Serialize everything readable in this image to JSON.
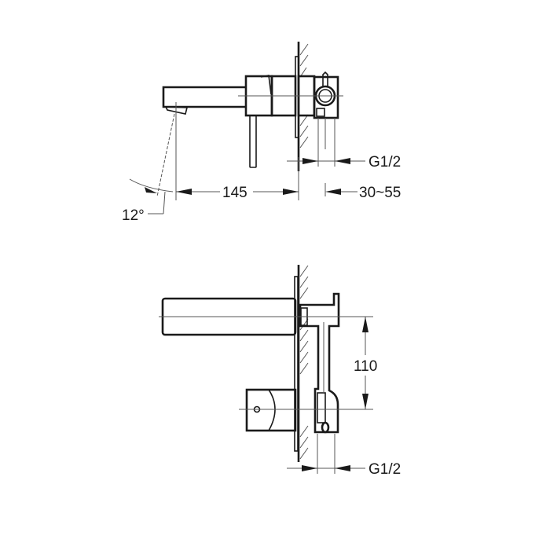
{
  "top_view": {
    "dim_spout": "145",
    "dim_wall": "30~55",
    "dim_inlet": "G1/2",
    "angle": "12°"
  },
  "bottom_view": {
    "dim_vertical": "110",
    "dim_inlet": "G1/2"
  },
  "colors": {
    "line": "#1a1a1a",
    "thin": "#555555",
    "background": "#ffffff"
  }
}
